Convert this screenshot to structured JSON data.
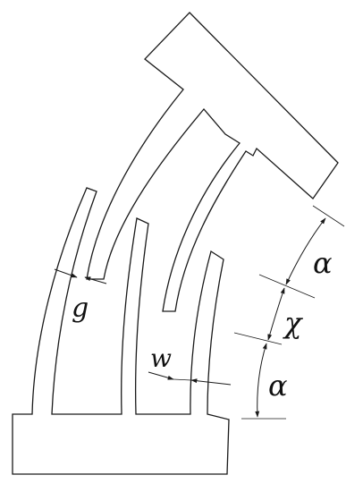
{
  "labels": {
    "alpha_top": "α",
    "chi": "χ",
    "alpha_bottom": "α",
    "g": "g",
    "w": "w"
  },
  "colors": {
    "stroke": "#1a1a1a",
    "background": "#ffffff"
  }
}
